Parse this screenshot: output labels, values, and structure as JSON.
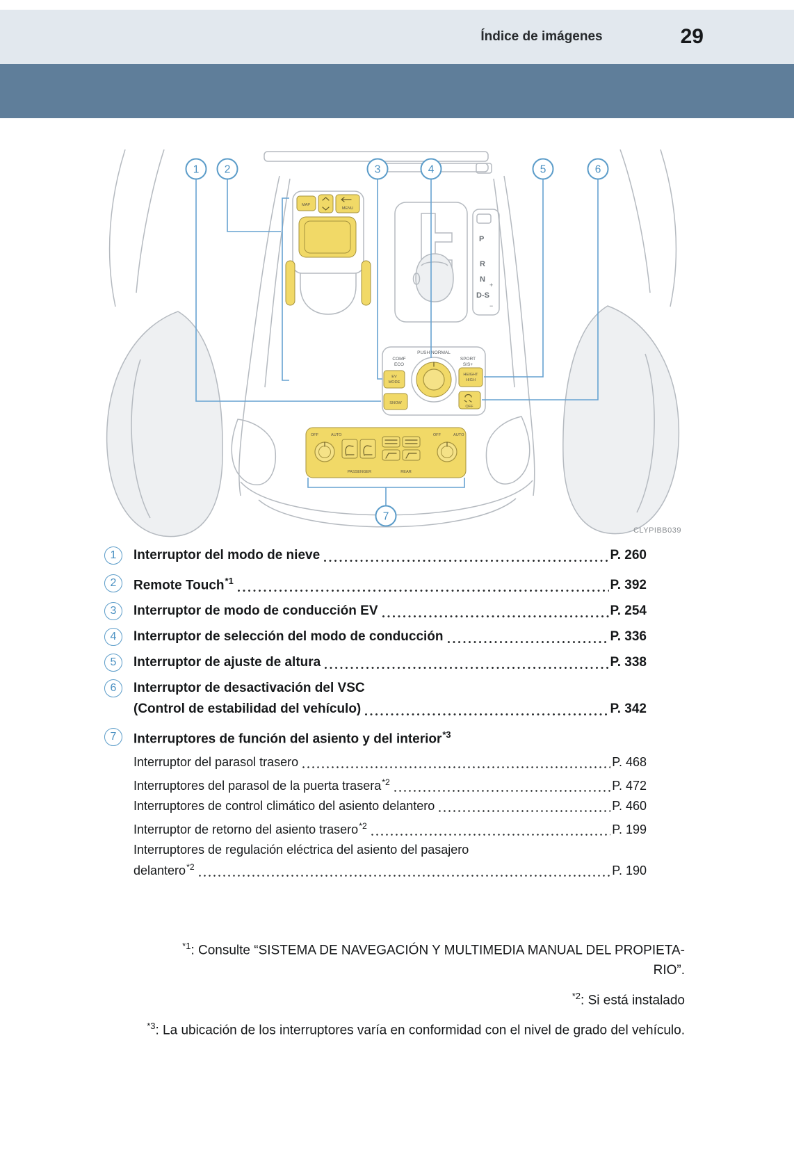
{
  "colors": {
    "header_strip": "#e2e8ee",
    "chapter_band": "#5f7e9a",
    "callout_blue": "#5b9cc9",
    "highlight_yellow": "#f1d967"
  },
  "header": {
    "title": "Índice de imágenes",
    "page_number": "29"
  },
  "figure": {
    "code": "CLYPIBB039",
    "callouts": {
      "c1": "1",
      "c2": "2",
      "c3": "3",
      "c4": "4",
      "c5": "5",
      "c6": "6",
      "c7": "7"
    },
    "labels": {
      "map": "MAP",
      "menu": "MENU",
      "push_normal": "PUSH NORMAL",
      "comf": "COMF",
      "eco": "ECO",
      "sport": "SPORT",
      "s_s": "S/S+",
      "ev": "EV",
      "mode": "MODE",
      "snow": "SNOW",
      "height": "HEIGHT",
      "high": "HIGH",
      "off": "OFF",
      "auto": "AUTO",
      "p": "P",
      "r": "R",
      "n": "N",
      "d_s": "D-S",
      "plus": "+",
      "minus": "−",
      "passenger": "PASSENGER",
      "rear": "REAR"
    }
  },
  "items": [
    {
      "num": "1",
      "label": "Interruptor del modo de nieve",
      "page": "P. 260"
    },
    {
      "num": "2",
      "label": "Remote Touch",
      "sup": "*1",
      "page": "P. 392"
    },
    {
      "num": "3",
      "label": "Interruptor de modo de conducción EV",
      "page": "P. 254"
    },
    {
      "num": "4",
      "label": "Interruptor de selección del modo de conducción",
      "page": "P. 336"
    },
    {
      "num": "5",
      "label": "Interruptor de ajuste de altura",
      "page": "P. 338"
    },
    {
      "num": "6",
      "label": "Interruptor de desactivación del VSC",
      "label2": "(Control de estabilidad del vehículo)",
      "page": "P. 342"
    },
    {
      "num": "7",
      "label": "Interruptores de función del asiento y del interior",
      "sup": "*3"
    }
  ],
  "subitems": [
    {
      "label": "Interruptor del parasol trasero",
      "page": "P. 468"
    },
    {
      "label": "Interruptores del parasol de la puerta trasera",
      "sup": "*2",
      "page": "P. 472"
    },
    {
      "label": "Interruptores de control climático del asiento delantero",
      "page": "P. 460"
    },
    {
      "label": "Interruptor de retorno del asiento trasero",
      "sup": "*2",
      "page": "P. 199"
    },
    {
      "label": "Interruptores de regulación eléctrica del asiento del pasajero",
      "label2": "delantero",
      "sup": "*2",
      "page": "P. 190"
    }
  ],
  "footnotes": {
    "fn1_sup": "*1",
    "fn1_line1": ": Consulte “SISTEMA DE NAVEGACIÓN Y MULTIMEDIA MANUAL DEL PROPIETA-",
    "fn1_line2": "RIO”.",
    "fn2_sup": "*2",
    "fn2_text": ":  Si está instalado",
    "fn3_sup": "*3",
    "fn3_text": ": La ubicación de los interruptores varía en conformidad con el nivel de grado del vehículo."
  }
}
